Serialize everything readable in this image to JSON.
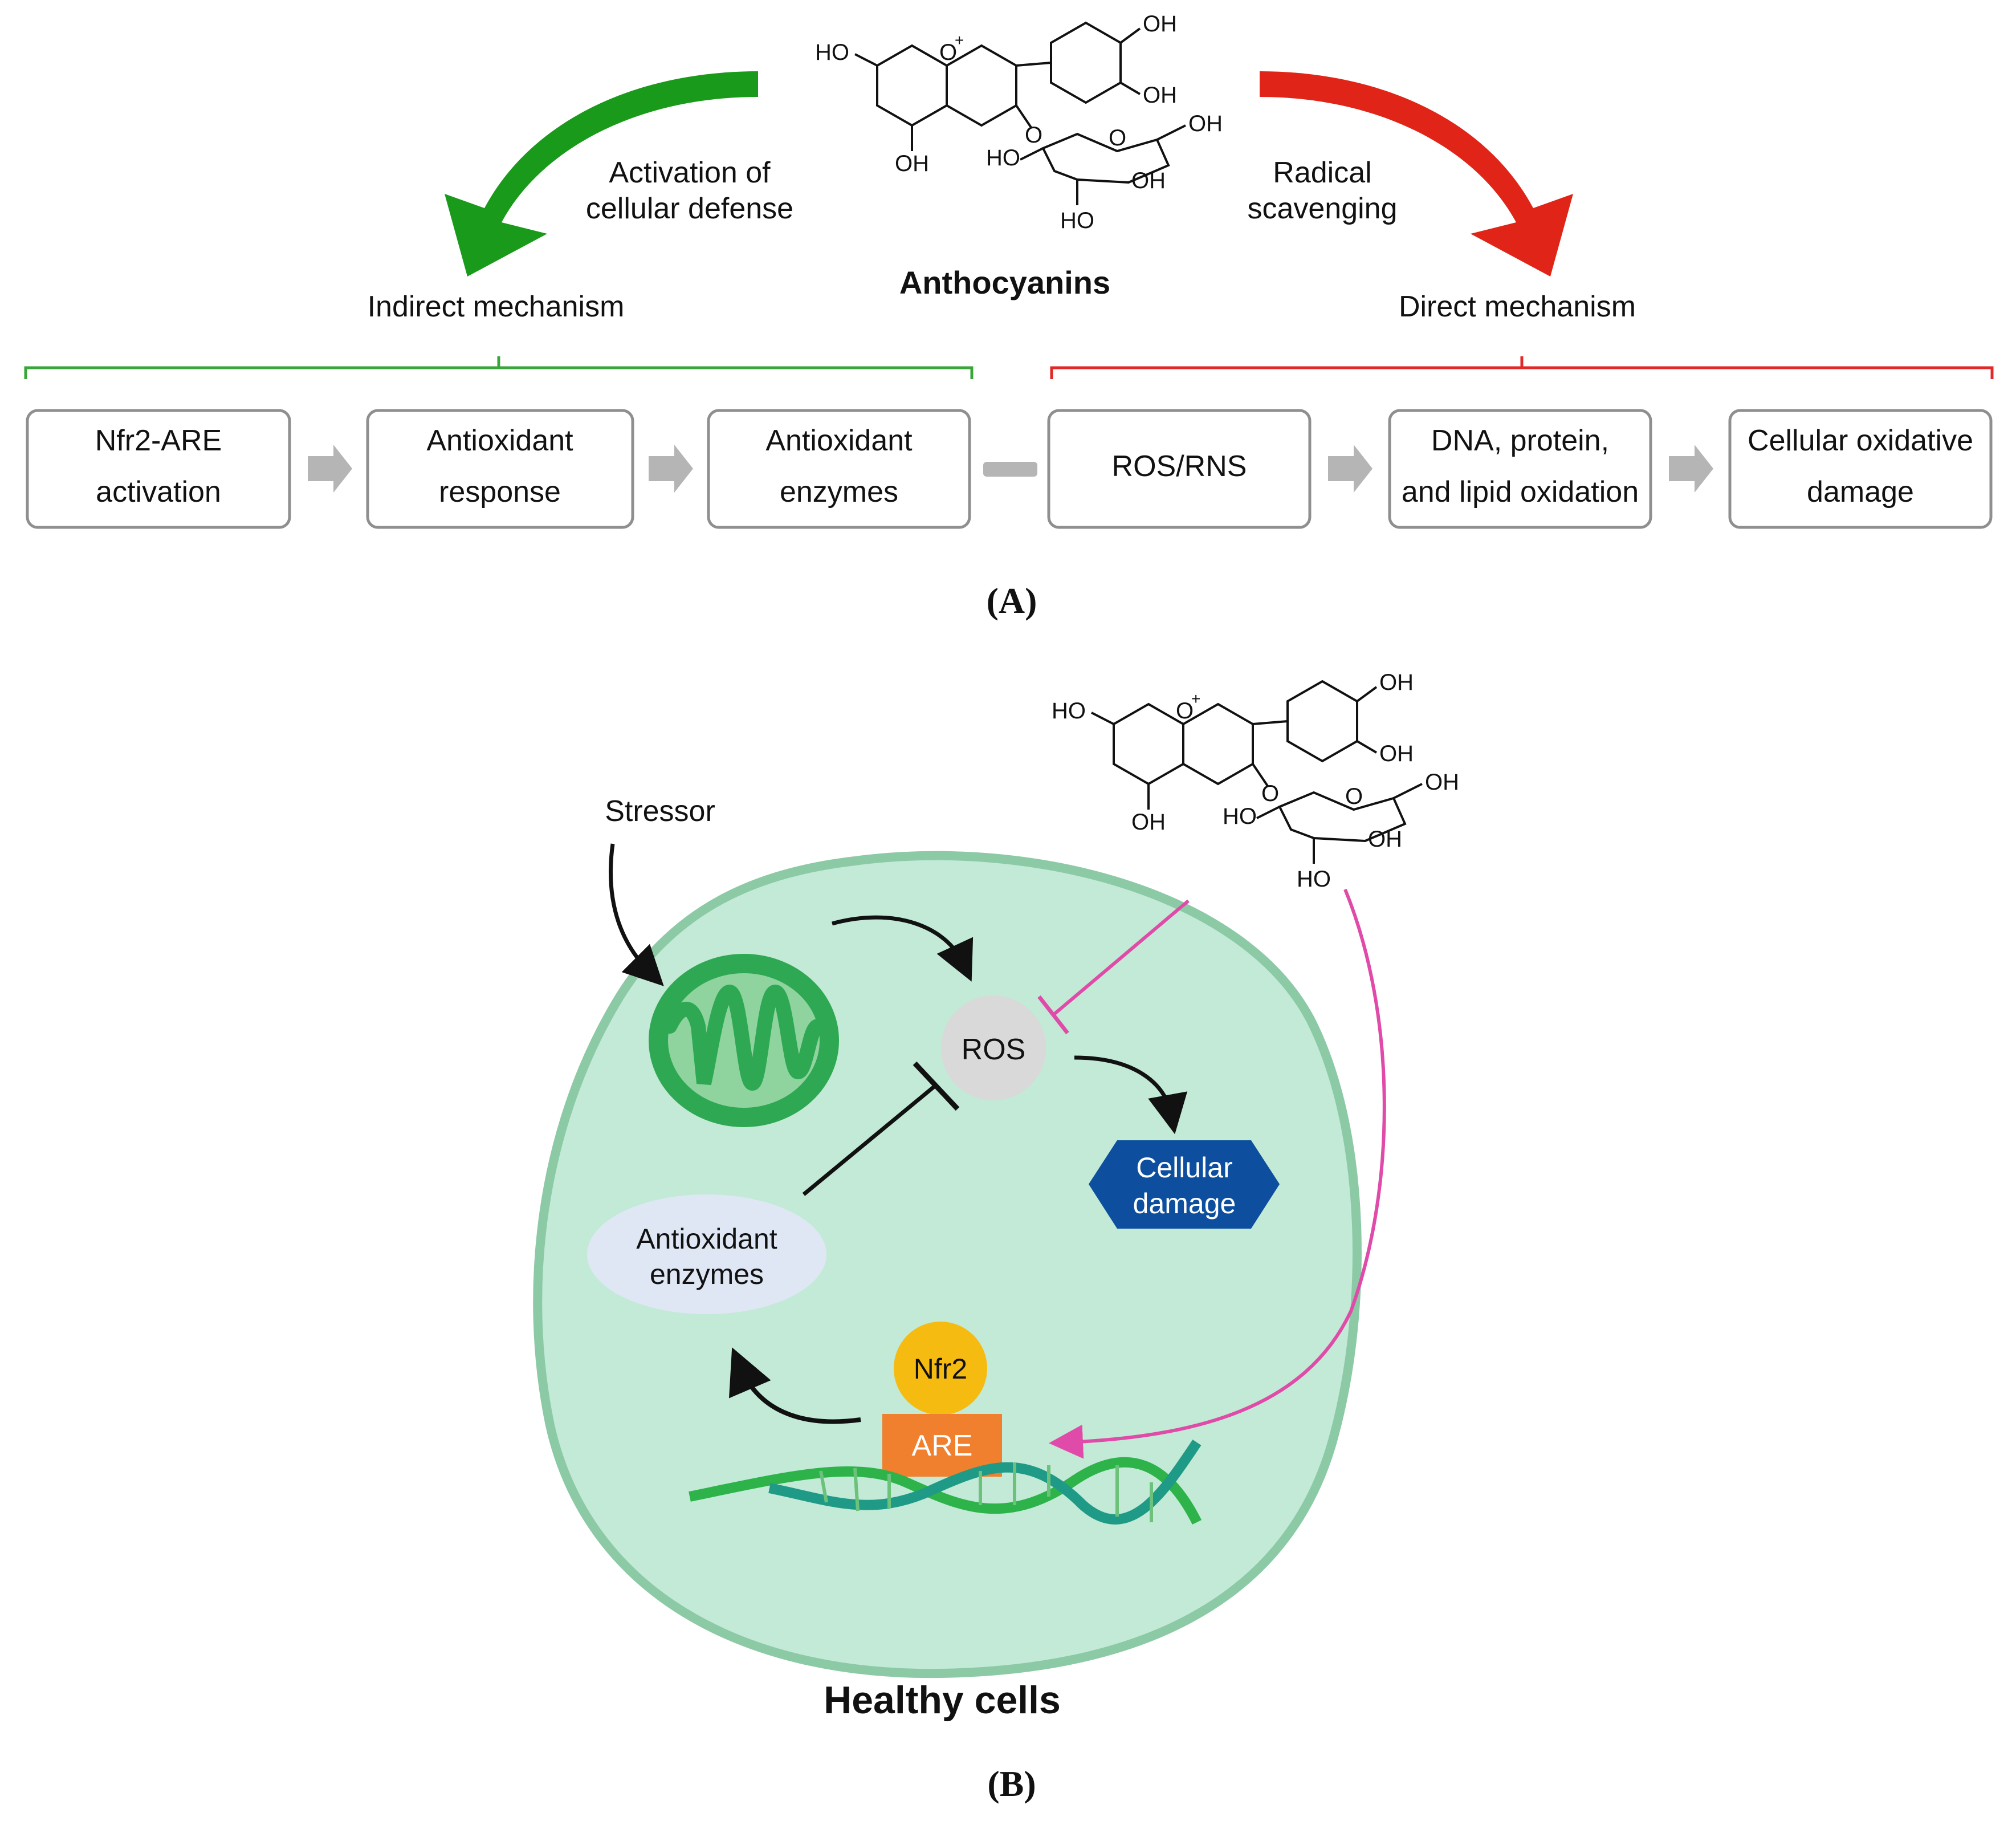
{
  "panel_a": {
    "compound_label": "Anthocyanins",
    "left_arrow_label": [
      "Activation of",
      "cellular defense"
    ],
    "right_arrow_label": [
      "Radical",
      "scavenging"
    ],
    "indirect_title": "Indirect mechanism",
    "direct_title": "Direct mechanism",
    "indirect_boxes": [
      [
        "Nfr2-ARE",
        "activation"
      ],
      [
        "Antioxidant",
        "response"
      ],
      [
        "Antioxidant",
        "enzymes"
      ]
    ],
    "direct_boxes": [
      [
        "ROS/RNS"
      ],
      [
        "DNA, protein,",
        "and lipid oxidation"
      ],
      [
        "Cellular oxidative",
        "damage"
      ]
    ],
    "caption": "(A)"
  },
  "panel_b": {
    "stressor": "Stressor",
    "ros": "ROS",
    "damage": [
      "Cellular",
      "damage"
    ],
    "enzymes": [
      "Antioxidant",
      "enzymes"
    ],
    "nfr2": "Nfr2",
    "are": "ARE",
    "title": "Healthy cells",
    "caption": "(B)"
  },
  "molecule_labels": {
    "ho_left": "HO",
    "o_plus": "O",
    "plus": "+",
    "oh_top": "OH",
    "oh_mid": "OH",
    "oh_bottom": "OH",
    "o_link": "O",
    "ho_sugar": "HO",
    "o_ring": "O",
    "oh_ring": "OH",
    "oh_ch2": "OH",
    "ho_bottom": "HO"
  },
  "colors": {
    "green_arrow": "#1a9a1a",
    "red_arrow": "#e02418",
    "bracket_green": "#3aa63a",
    "bracket_red": "#e02a2a",
    "box_border": "#8f8f8f",
    "flow_arrow": "#b5b5b5",
    "cell_fill": "#c2ead6",
    "cell_border": "#8ccaa6",
    "mito_color": "#2fa853",
    "ros_fill": "#d9d9d9",
    "damage_fill": "#0d4f9e",
    "enzyme_fill": "#dfe7f5",
    "nfr2_fill": "#f6bb10",
    "are_fill": "#f07f2e",
    "inhibit_pink": "#e04aa8",
    "dna_green": "#2db34a",
    "dna_teal": "#1f9a86"
  },
  "icons": [
    "green-curved-arrow-icon",
    "red-curved-arrow-icon",
    "mitochondrion-icon",
    "dna-helix-icon",
    "anthocyanin-structure-icon"
  ]
}
